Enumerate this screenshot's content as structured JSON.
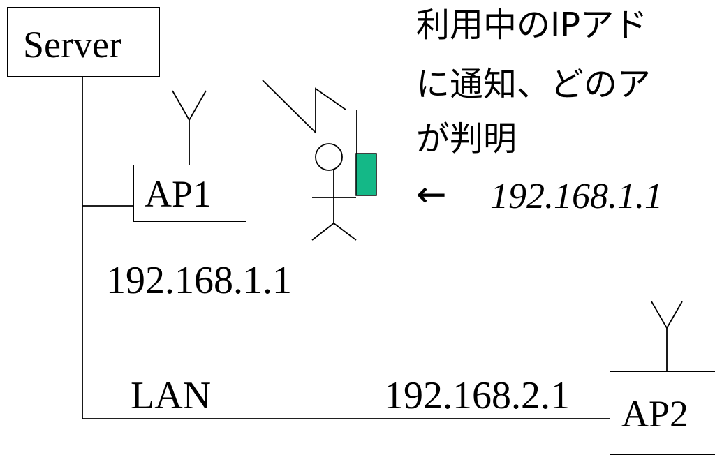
{
  "server": {
    "label": "Server"
  },
  "ap1": {
    "label": "AP1",
    "ip": "192.168.1.1"
  },
  "ap2": {
    "label": "AP2",
    "ip": "192.168.2.1"
  },
  "network": {
    "label": "LAN"
  },
  "annotation": {
    "line1": "利用中のIPアド",
    "line2": "に通知、どのア",
    "line3": "が判明",
    "arrow": "←",
    "ip": "192.168.1.1"
  },
  "colors": {
    "device": "#14b887",
    "line": "#000000"
  },
  "icons": [
    "antenna-icon",
    "lightning-icon",
    "person-icon",
    "device-icon"
  ]
}
